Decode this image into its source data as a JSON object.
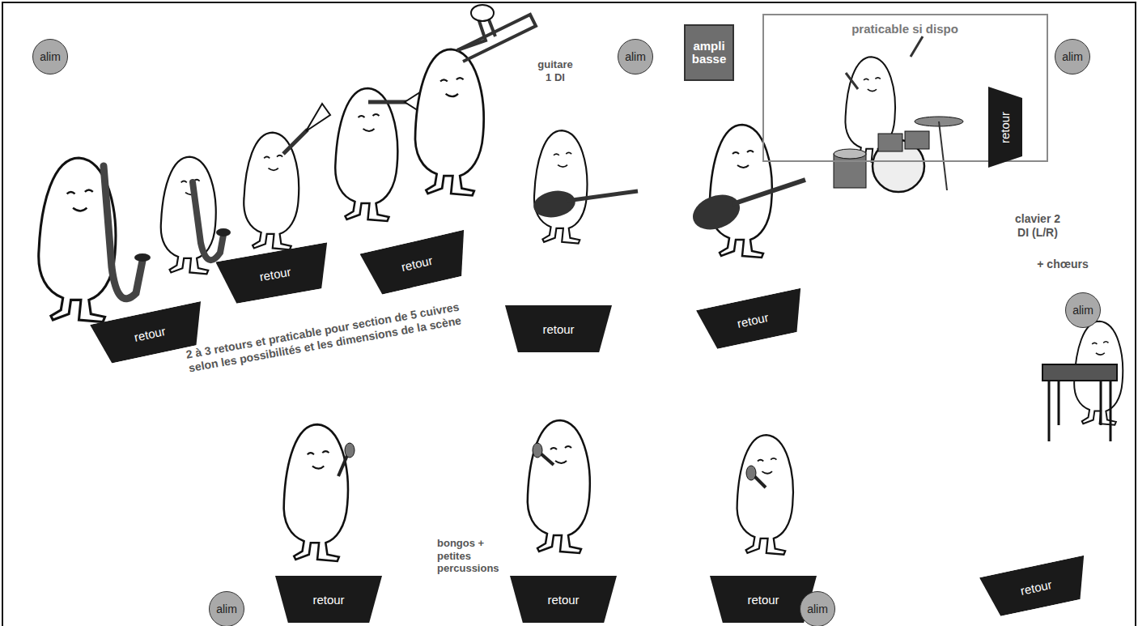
{
  "diagram": {
    "nodes": [
      {
        "text": [
          "alim"
        ]
      },
      {
        "text": [
          "alim"
        ]
      },
      {
        "text": [
          "ampli basse"
        ]
      },
      {
        "text": [
          "praticable si dispo"
        ]
      },
      {
        "text": [
          "retour"
        ],
        "in": 3
      },
      {
        "text": [
          "alim"
        ]
      },
      {
        "text": [
          "retour"
        ]
      },
      {
        "text": [
          "retour"
        ]
      },
      {
        "text": [
          "retour"
        ]
      },
      {
        "text": [
          "retour"
        ]
      },
      {
        "text": [
          "retour"
        ]
      },
      {
        "text": [
          "alim"
        ]
      },
      {
        "text": [
          "retour"
        ]
      },
      {
        "text": [
          "alim"
        ]
      },
      {
        "text": [
          "retour"
        ]
      },
      {
        "text": [
          "retour"
        ]
      },
      {
        "text": [
          "retour"
        ]
      },
      {
        "text": [
          "alim"
        ]
      }
    ],
    "labels": [
      "guitare 1 DI",
      "2 à 3 retours et praticable pour section de 5 cuivres selon les possibilités et les dimensions de la scène",
      "clavier 2 DI (L/R)",
      "+ chœurs",
      "bongos + petites percussions"
    ]
  }
}
